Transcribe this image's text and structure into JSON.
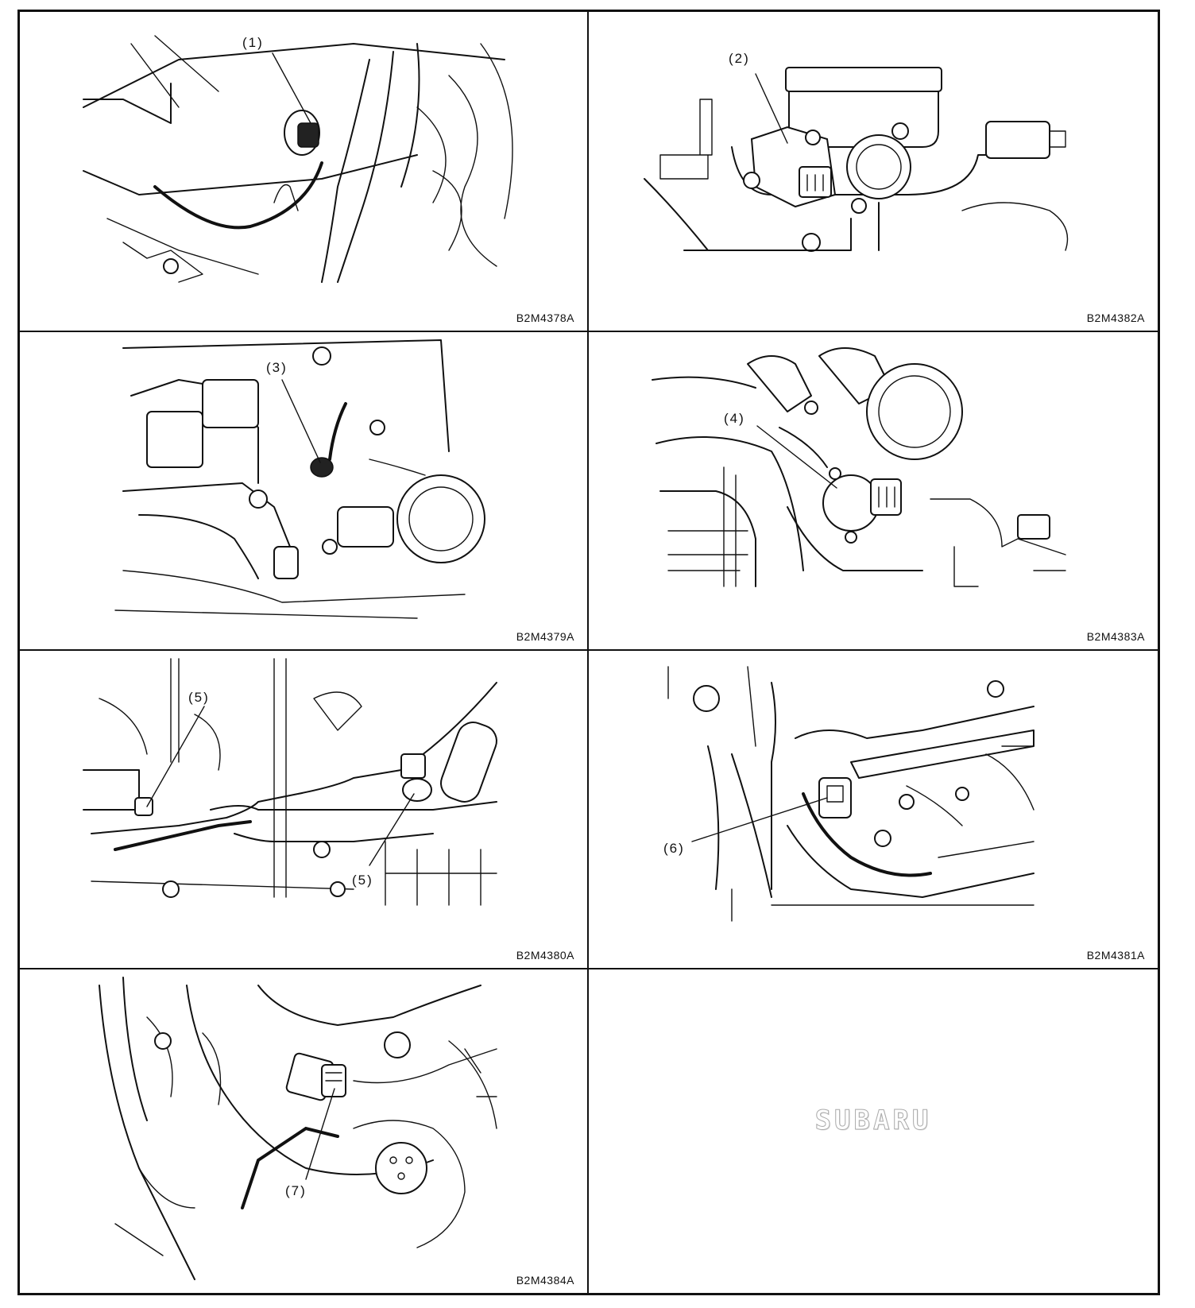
{
  "figures": [
    {
      "callouts": [
        "(1)"
      ],
      "ref": "B2M4378A"
    },
    {
      "callouts": [
        "(2)"
      ],
      "ref": "B2M4382A"
    },
    {
      "callouts": [
        "(3)"
      ],
      "ref": "B2M4379A"
    },
    {
      "callouts": [
        "(4)"
      ],
      "ref": "B2M4383A"
    },
    {
      "callouts": [
        "(5)",
        "(5)"
      ],
      "ref": "B2M4380A"
    },
    {
      "callouts": [
        "(6)"
      ],
      "ref": "B2M4381A"
    },
    {
      "callouts": [
        "(7)"
      ],
      "ref": "B2M4384A"
    }
  ],
  "logo": "SUBARU"
}
